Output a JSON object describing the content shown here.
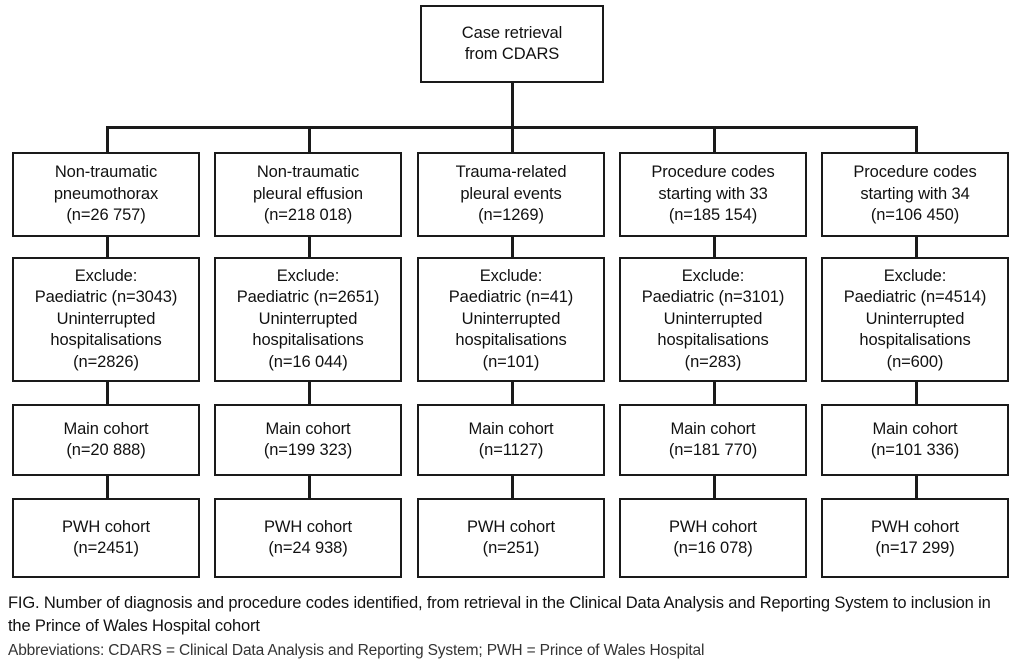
{
  "figure": {
    "type": "flowchart",
    "orientation": "top-down",
    "root": {
      "id": "case-retrieval",
      "lines": [
        "Case retrieval",
        "from CDARS"
      ]
    },
    "columns": [
      {
        "id": "non-traumatic-pneumothorax",
        "source": {
          "lines": [
            "Non-traumatic",
            "pneumothorax",
            "(n=26 757)"
          ],
          "n": 26757
        },
        "exclude": {
          "lines": [
            "Exclude:",
            "Paediatric (n=3043)",
            "Uninterrupted",
            "hospitalisations",
            "(n=2826)"
          ],
          "paediatric_n": 3043,
          "uninterrupted_hospitalisations_n": 2826
        },
        "main_cohort": {
          "lines": [
            "Main cohort",
            "(n=20 888)"
          ],
          "n": 20888
        },
        "pwh_cohort": {
          "lines": [
            "PWH cohort",
            "(n=2451)"
          ],
          "n": 2451
        }
      },
      {
        "id": "non-traumatic-pleural-effusion",
        "source": {
          "lines": [
            "Non-traumatic",
            "pleural effusion",
            "(n=218 018)"
          ],
          "n": 218018
        },
        "exclude": {
          "lines": [
            "Exclude:",
            "Paediatric (n=2651)",
            "Uninterrupted",
            "hospitalisations",
            "(n=16 044)"
          ],
          "paediatric_n": 2651,
          "uninterrupted_hospitalisations_n": 16044
        },
        "main_cohort": {
          "lines": [
            "Main cohort",
            "(n=199 323)"
          ],
          "n": 199323
        },
        "pwh_cohort": {
          "lines": [
            "PWH cohort",
            "(n=24 938)"
          ],
          "n": 24938
        }
      },
      {
        "id": "trauma-related-pleural-events",
        "source": {
          "lines": [
            "Trauma-related",
            "pleural events",
            "(n=1269)"
          ],
          "n": 1269
        },
        "exclude": {
          "lines": [
            "Exclude:",
            "Paediatric (n=41)",
            "Uninterrupted",
            "hospitalisations",
            "(n=101)"
          ],
          "paediatric_n": 41,
          "uninterrupted_hospitalisations_n": 101
        },
        "main_cohort": {
          "lines": [
            "Main cohort",
            "(n=1127)"
          ],
          "n": 1127
        },
        "pwh_cohort": {
          "lines": [
            "PWH cohort",
            "(n=251)"
          ],
          "n": 251
        }
      },
      {
        "id": "procedure-codes-33",
        "source": {
          "lines": [
            "Procedure codes",
            "starting with 33",
            "(n=185 154)"
          ],
          "n": 185154
        },
        "exclude": {
          "lines": [
            "Exclude:",
            "Paediatric (n=3101)",
            "Uninterrupted",
            "hospitalisations",
            "(n=283)"
          ],
          "paediatric_n": 3101,
          "uninterrupted_hospitalisations_n": 283
        },
        "main_cohort": {
          "lines": [
            "Main cohort",
            "(n=181 770)"
          ],
          "n": 181770
        },
        "pwh_cohort": {
          "lines": [
            "PWH cohort",
            "(n=16 078)"
          ],
          "n": 16078
        }
      },
      {
        "id": "procedure-codes-34",
        "source": {
          "lines": [
            "Procedure codes",
            "starting with 34",
            "(n=106 450)"
          ],
          "n": 106450
        },
        "exclude": {
          "lines": [
            "Exclude:",
            "Paediatric (n=4514)",
            "Uninterrupted",
            "hospitalisations",
            "(n=600)"
          ],
          "paediatric_n": 4514,
          "uninterrupted_hospitalisations_n": 600
        },
        "main_cohort": {
          "lines": [
            "Main cohort",
            "(n=101 336)"
          ],
          "n": 101336
        },
        "pwh_cohort": {
          "lines": [
            "PWH cohort",
            "(n=17 299)"
          ],
          "n": 17299
        }
      }
    ]
  },
  "caption": {
    "main": "FIG. Number of diagnosis and procedure codes identified, from retrieval in the Clinical Data Analysis and Reporting System to inclusion in the Prince of Wales Hospital cohort",
    "abbreviations": "Abbreviations: CDARS = Clinical Data Analysis and Reporting System; PWH = Prince of Wales Hospital"
  },
  "style": {
    "line_color": "#1a1a1a",
    "text_color": "#111111",
    "background": "#ffffff"
  }
}
